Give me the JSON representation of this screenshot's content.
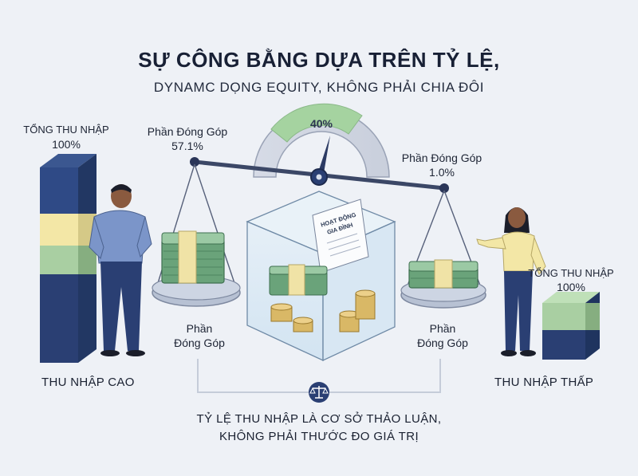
{
  "header": {
    "title": "SỰ CÔNG BẰNG DỰA TRÊN TỶ LỆ,",
    "subtitle": "DYNAMC DỌNG EQUITY, KHÔNG PHẢI CHIA ĐÔI"
  },
  "left": {
    "income_label": "TỔNG THU NHẬP",
    "income_value": "100%",
    "contribution_label": "Phần Đóng Góp",
    "contribution_value": "57.1%",
    "pan_label_1": "Phần",
    "pan_label_2": "Đóng Góp",
    "person_label": "THU NHẬP CAO"
  },
  "right": {
    "income_label": "TỔNG THU NHẬP",
    "income_value": "100%",
    "contribution_label": "Phần Đóng Góp",
    "contribution_value": "1.0%",
    "pan_label_1": "Phần",
    "pan_label_2": "Đóng Góp",
    "person_label": "THU NHẬP THẤP"
  },
  "gauge": {
    "value": "40%"
  },
  "box": {
    "doc_line_1": "HOẠT ĐỘNG",
    "doc_line_2": "GIA ĐÌNH"
  },
  "footer": {
    "line_1": "TỶ LỆ THU NHẬP LÀ CƠ SỞ THẢO LUẬN,",
    "line_2": "KHÔNG PHẢI THƯỚC ĐO GIÁ TRỊ"
  },
  "icons": {
    "footer_icon": "scale-icon",
    "contribution_icon": "money-stack-icon",
    "coin_icon": "coin-stack-icon"
  },
  "colors": {
    "navy": "#2a3f73",
    "yellow": "#f3e7a6",
    "green": "#a9cfa2",
    "gauge_green": "#9fcf9a",
    "money": "#7fb28a"
  }
}
